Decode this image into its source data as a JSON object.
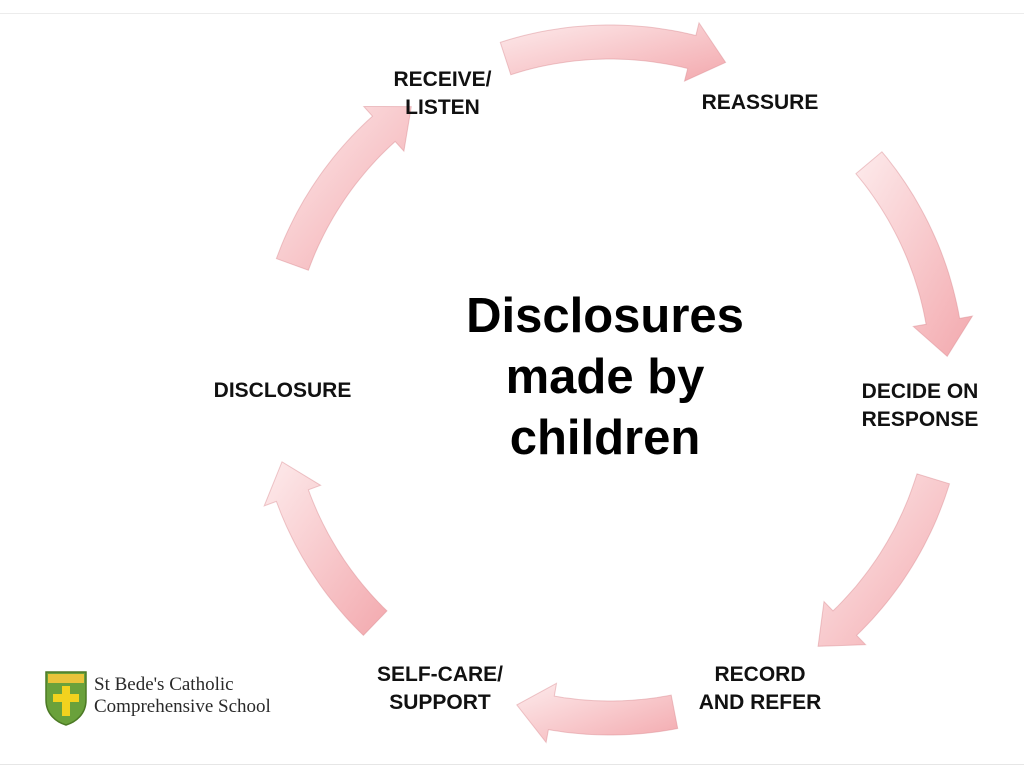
{
  "diagram": {
    "title": "Disclosures\nmade by\nchildren",
    "steps": [
      "RECEIVE/\nLISTEN",
      "REASSURE",
      "DECIDE ON\nRESPONSE",
      "RECORD\nAND REFER",
      "SELF-CARE/\nSUPPORT",
      "DISCLOSURE"
    ],
    "arrow_color": "#f2aeb2",
    "arrow_stroke": "#d98a90"
  },
  "logo": {
    "text": "St Bede's Catholic\nComprehensive School",
    "icon": "school-crest-icon",
    "shield_color": "#6aa13b",
    "cross_color": "#f2d21e"
  }
}
